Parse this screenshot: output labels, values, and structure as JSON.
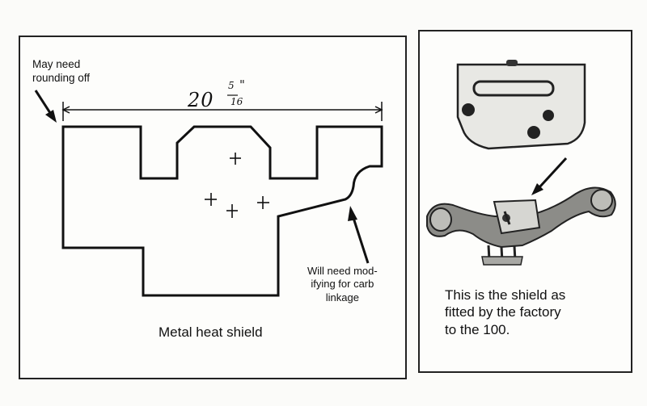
{
  "left_panel": {
    "note_rounding": [
      "May need",
      "rounding off"
    ],
    "dimension": {
      "whole": "20",
      "numerator": "5",
      "denominator": "16",
      "unit": "\""
    },
    "note_carb": [
      "Will need mod-",
      "ifying for carb",
      "linkage"
    ],
    "caption": "Metal heat shield"
  },
  "right_panel": {
    "caption": [
      "This is the shield as",
      "fitted by the factory",
      "to the 100."
    ]
  }
}
